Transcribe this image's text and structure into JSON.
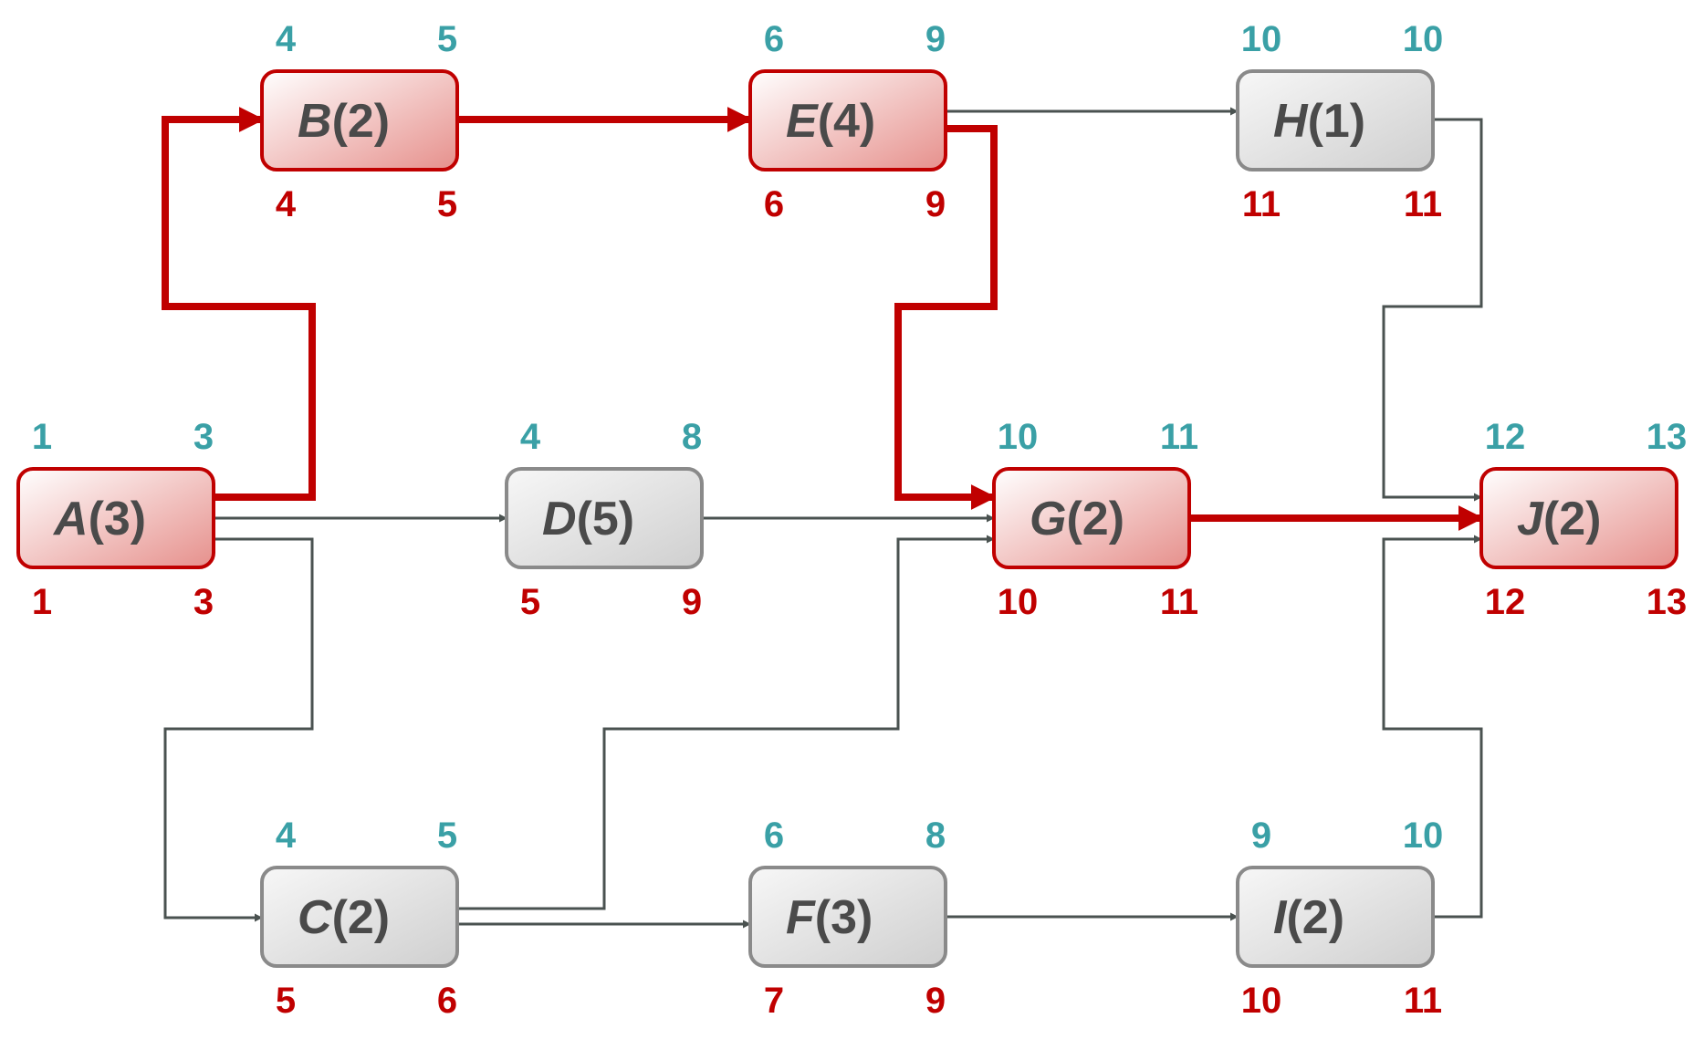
{
  "colors": {
    "critical": "#c00000",
    "normal": "#4a5250",
    "earliest_text": "#3aa0a6",
    "latest_text": "#c00000",
    "critical_fill_start": "#ffffff",
    "critical_fill_end": "#e6908c",
    "normal_fill_start": "#f7f7f7",
    "normal_fill_end": "#cfcfcf",
    "node_text": "#4a4a4a"
  },
  "nodes": [
    {
      "id": "A",
      "letter": "A",
      "duration": "(3)",
      "es": "1",
      "ef": "3",
      "ls": "1",
      "lf": "3",
      "critical": true
    },
    {
      "id": "B",
      "letter": "B",
      "duration": "(2)",
      "es": "4",
      "ef": "5",
      "ls": "4",
      "lf": "5",
      "critical": true
    },
    {
      "id": "C",
      "letter": "C",
      "duration": "(2)",
      "es": "4",
      "ef": "5",
      "ls": "5",
      "lf": "6",
      "critical": false
    },
    {
      "id": "D",
      "letter": "D",
      "duration": "(5)",
      "es": "4",
      "ef": "8",
      "ls": "5",
      "lf": "9",
      "critical": false
    },
    {
      "id": "E",
      "letter": "E",
      "duration": "(4)",
      "es": "6",
      "ef": "9",
      "ls": "6",
      "lf": "9",
      "critical": true
    },
    {
      "id": "F",
      "letter": "F",
      "duration": "(3)",
      "es": "6",
      "ef": "8",
      "ls": "7",
      "lf": "9",
      "critical": false
    },
    {
      "id": "G",
      "letter": "G",
      "duration": "(2)",
      "es": "10",
      "ef": "11",
      "ls": "10",
      "lf": "11",
      "critical": true
    },
    {
      "id": "H",
      "letter": "H",
      "duration": "(1)",
      "es": "10",
      "ef": "10",
      "ls": "11",
      "lf": "11",
      "critical": false
    },
    {
      "id": "I",
      "letter": "I",
      "duration": "(2)",
      "es": "9",
      "ef": "10",
      "ls": "10",
      "lf": "11",
      "critical": false
    },
    {
      "id": "J",
      "letter": "J",
      "duration": "(2)",
      "es": "12",
      "ef": "13",
      "ls": "12",
      "lf": "13",
      "critical": true
    }
  ],
  "edges": [
    {
      "from": "A",
      "to": "B",
      "critical": true
    },
    {
      "from": "A",
      "to": "D",
      "critical": false
    },
    {
      "from": "A",
      "to": "C",
      "critical": false
    },
    {
      "from": "B",
      "to": "E",
      "critical": true
    },
    {
      "from": "E",
      "to": "H",
      "critical": false
    },
    {
      "from": "E",
      "to": "G",
      "critical": true
    },
    {
      "from": "D",
      "to": "G",
      "critical": false
    },
    {
      "from": "C",
      "to": "G",
      "critical": false
    },
    {
      "from": "C",
      "to": "F",
      "critical": false
    },
    {
      "from": "F",
      "to": "I",
      "critical": false
    },
    {
      "from": "H",
      "to": "J",
      "critical": false
    },
    {
      "from": "G",
      "to": "J",
      "critical": true
    },
    {
      "from": "I",
      "to": "J",
      "critical": false
    }
  ]
}
